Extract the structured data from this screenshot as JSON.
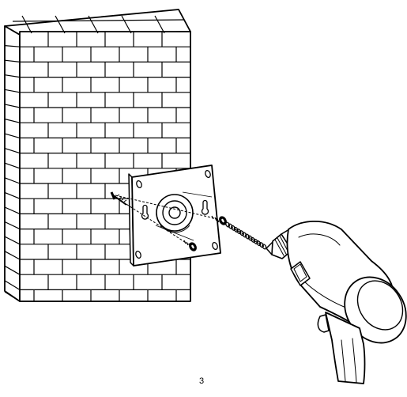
{
  "diagram": {
    "figure_label": "3",
    "parts": {
      "wall": "brick-wall",
      "plate": "mounting-plate",
      "screws": [
        "screw-left",
        "screw-right",
        "screw-lower"
      ],
      "tool": "power-drill"
    },
    "colors": {
      "line": "#000000",
      "fill": "#ffffff"
    }
  }
}
